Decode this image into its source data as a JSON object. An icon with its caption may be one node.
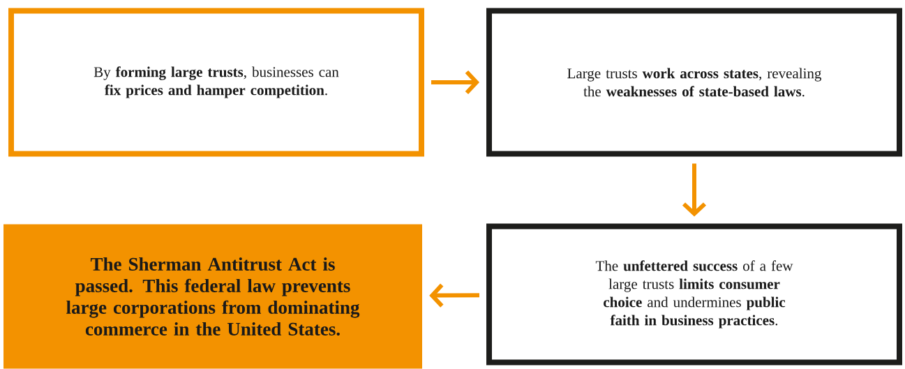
{
  "diagram": {
    "nodes": [
      {
        "text": [
          "By **forming large trusts**, businesses can **fix prices and hamper competition**."
        ]
      },
      {
        "text": [
          "Large trusts **work across states**, revealing the **weaknesses of state-based laws**."
        ]
      },
      {
        "text": [
          "The **unfettered success** of a few large trusts **limits consumer choice** and undermines **public faith in business practices**."
        ]
      },
      {
        "text": [
          "The Sherman Antitrust Act is passed. This federal law prevents large corporations from dominating commerce in the United States."
        ]
      }
    ],
    "edges": [
      {
        "from": 0,
        "to": 1,
        "arrow": "to"
      },
      {
        "from": 1,
        "to": 2,
        "arrow": "to"
      },
      {
        "from": 2,
        "to": 3,
        "arrow": "to"
      }
    ]
  }
}
